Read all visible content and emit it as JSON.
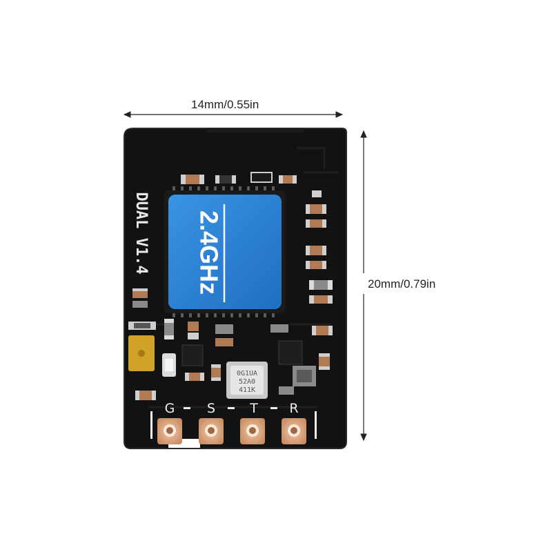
{
  "dimensions": {
    "width_label": "14mm/0.55in",
    "height_label": "20mm/0.79in"
  },
  "board": {
    "silkscreen_model": "DUAL V1.4",
    "module_label": "2.4GHz",
    "crystal_lines": [
      "0G1UA",
      "52A0",
      "411K"
    ],
    "pads": [
      "G",
      "S",
      "T",
      "R"
    ]
  },
  "colors": {
    "pcb": "#111111",
    "module_blue": "#2f86d8",
    "pad_copper": "#d9a27c",
    "gold_pad": "#d2a12a"
  }
}
